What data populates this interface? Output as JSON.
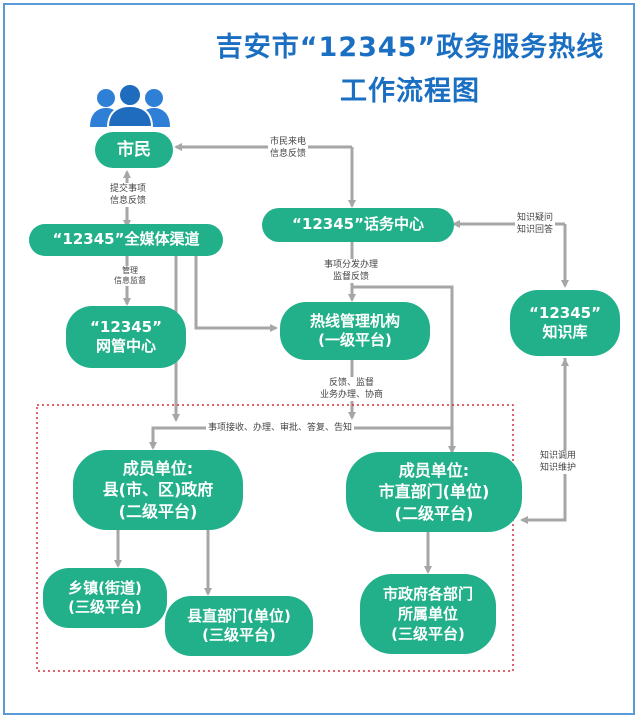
{
  "title": {
    "line1": "吉安市“12345”政务服务热线",
    "line2": "工作流程图"
  },
  "nodes": {
    "citizen": "市民",
    "all_media": "“12345”全媒体渠道",
    "call_center": "“12345”话务中心",
    "grid_center": [
      "“12345”",
      "网管中心"
    ],
    "hotline_mgmt": [
      "热线管理机构",
      "(一级平台)"
    ],
    "knowledge_base": [
      "“12345”",
      "知识库"
    ],
    "county_gov": [
      "成员单位:",
      "县(市、区)政府",
      "(二级平台)"
    ],
    "city_dept": [
      "成员单位:",
      "市直部门(单位)",
      "(二级平台)"
    ],
    "township": [
      "乡镇(街道)",
      "(三级平台)"
    ],
    "county_dept": [
      "县直部门(单位)",
      "(三级平台)"
    ],
    "city_sub_units": [
      "市政府各部门",
      "所属单位",
      "(三级平台)"
    ]
  },
  "labels": {
    "citizen_call": [
      "市民来电",
      "信息反馈"
    ],
    "submit": [
      "提交事项",
      "信息反馈"
    ],
    "manage": [
      "管理",
      "信息监督"
    ],
    "distribute": [
      "事项分发办理",
      "监督反馈"
    ],
    "knowledge_query": [
      "知识疑问",
      "知识回答"
    ],
    "feedback": [
      "反馈、监督",
      "业务办理、协商"
    ],
    "handle": "事项接收、办理、审批、答复、告知",
    "knowledge_maint": [
      "知识调用",
      "知识维护"
    ]
  },
  "colors": {
    "title": "#1b6fc2",
    "node": "#21b08a",
    "arrow": "#a6a6a6",
    "dotted_border": "#d9303a",
    "icon": "#2e7fd6"
  }
}
